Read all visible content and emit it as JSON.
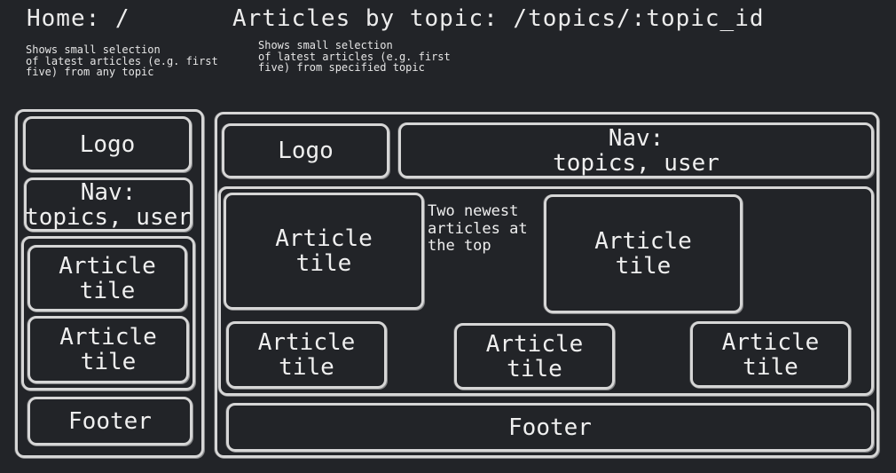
{
  "home": {
    "title": "Home: /",
    "description": "Shows small selection\nof latest articles (e.g. first\nfive) from any topic",
    "logo": "Logo",
    "nav": "Nav:\ntopics, user",
    "article_tiles": [
      "Article\ntile",
      "Article\ntile"
    ],
    "footer": "Footer"
  },
  "topic": {
    "title": "Articles by topic: /topics/:topic_id",
    "description": "Shows small selection\nof latest articles (e.g. first\nfive) from specified topic",
    "logo": "Logo",
    "nav": "Nav:\ntopics, user",
    "note": "Two newest\narticles at\nthe top",
    "article_tiles": [
      "Article\ntile",
      "Article\ntile",
      "Article\ntile",
      "Article\ntile",
      "Article\ntile"
    ],
    "footer": "Footer"
  }
}
